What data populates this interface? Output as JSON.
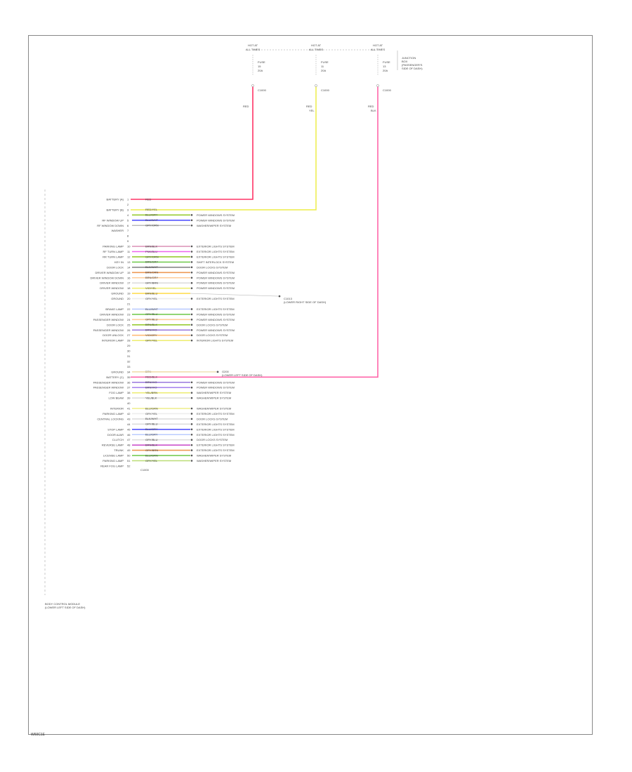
{
  "diagram_code": "W60C1E",
  "fuses": [
    {
      "id": "hot-at-all-times-1",
      "header1": "HOT AT",
      "header2": "ALL TIMES",
      "lines": [
        "FUSE",
        "15",
        "20A"
      ],
      "splice": "C1000",
      "wire_color": "RED",
      "wire_sub": ""
    },
    {
      "id": "hot-at-all-times-2",
      "header1": "HOT AT",
      "header2": "ALL TIMES",
      "lines": [
        "FUSE",
        "11",
        "20A"
      ],
      "splice": "C1000",
      "wire_color": "RED",
      "wire_sub": "YEL"
    },
    {
      "id": "hot-at-all-times-3",
      "header1": "HOT AT",
      "header2": "ALL TIMES",
      "lines": [
        "FUSE",
        "13",
        "20A"
      ],
      "splice": "C1000",
      "wire_color": "RED",
      "wire_sub": "BLK"
    }
  ],
  "fuse_box_label": [
    "JUNCTION",
    "BOX",
    "(PASSENGER'S",
    "SIDE OF DASH)"
  ],
  "splice_note": [
    "C1013",
    "(LOWER RIGHT SIDE OF DASH)"
  ],
  "ground_note": [
    "G200",
    "(LOWER LEFT SIDE OF DASH)"
  ],
  "module_label": [
    "BODY CONTROL MODULE",
    "(LOWER LEFT SIDE OF DASH)"
  ],
  "connector_bottom": "C1000",
  "rows": [
    {
      "label": "BATTERY (A)",
      "pin": "1",
      "wire": "RED",
      "color": "#f36",
      "dest": ""
    },
    {
      "label": "",
      "pin": "2",
      "wire": "",
      "color": "",
      "dest": ""
    },
    {
      "label": "BATTERY (B)",
      "pin": "3",
      "wire": "RED/YEL",
      "color": "#f90",
      "dest": ""
    },
    {
      "label": "",
      "pin": "4",
      "wire": "BLU/GRY",
      "color": "#9c3",
      "dest": "POWER WINDOWS SYSTEM"
    },
    {
      "label": "RF WINDOW UP",
      "pin": "5",
      "wire": "BLU/WHT",
      "color": "#55f",
      "dest": "POWER WINDOWS SYSTEM"
    },
    {
      "label": "RF WINDOW DOWN",
      "pin": "6",
      "wire": "GRY/ORN",
      "color": "#bbb",
      "dest": "WASHER/WIPER SYSTEM"
    },
    {
      "label": "WASHER",
      "pin": "7",
      "wire": "",
      "color": "",
      "dest": ""
    },
    {
      "label": "",
      "pin": "8",
      "wire": "",
      "color": "",
      "dest": ""
    },
    {
      "label": "",
      "pin": "9",
      "wire": "",
      "color": "",
      "dest": ""
    },
    {
      "label": "PARKING LAMP",
      "pin": "10",
      "wire": "BRN/BLK",
      "color": "#d9b",
      "dest": "EXTERIOR LIGHTS SYSTEM"
    },
    {
      "label": "RF TURN LAMP",
      "pin": "11",
      "wire": "PNK/BLU",
      "color": "#e6e",
      "dest": "EXTERIOR LIGHTS SYSTEM"
    },
    {
      "label": "RR TURN LAMP",
      "pin": "12",
      "wire": "GRY/ORN",
      "color": "#9c3",
      "dest": "EXTERIOR LIGHTS SYSTEM"
    },
    {
      "label": "KEY IN",
      "pin": "13",
      "wire": "BRN/GRY",
      "color": "#7c5",
      "dest": "SHIFT INTERLOCK SYSTEM"
    },
    {
      "label": "DOOR LOCK",
      "pin": "14",
      "wire": "BLK/WHT",
      "color": "#888",
      "dest": "DOOR LOCKS SYSTEM"
    },
    {
      "label": "DRIVER WINDOW UP",
      "pin": "15",
      "wire": "BRN/ORN",
      "color": "#e95",
      "dest": "POWER WINDOWS SYSTEM"
    },
    {
      "label": "DRIVER WINDOW DOWN",
      "pin": "16",
      "wire": "BRN/GRY",
      "color": "#fc9",
      "dest": "POWER WINDOWS SYSTEM"
    },
    {
      "label": "DRIVER WINDOW",
      "pin": "17",
      "wire": "GRY/BRN",
      "color": "#ddd",
      "dest": "POWER WINDOWS SYSTEM"
    },
    {
      "label": "DRIVER WINDOW",
      "pin": "18",
      "wire": "VIO/YEL",
      "color": "#ee7",
      "dest": "POWER WINDOWS SYSTEM"
    },
    {
      "label": "GROUND",
      "pin": "19",
      "wire": "BRN/BLU",
      "color": "#fd5",
      "dest": ""
    },
    {
      "label": "GROUND",
      "pin": "20",
      "wire": "GRY/YEL",
      "color": "#eee",
      "dest": "EXTERIOR LIGHTS SYSTEM"
    },
    {
      "label": "",
      "pin": "21",
      "wire": "",
      "color": "",
      "dest": ""
    },
    {
      "label": "BRAKE LAMP",
      "pin": "22",
      "wire": "BLU/WHT",
      "color": "#bcf",
      "dest": "EXTERIOR LIGHTS SYSTEM"
    },
    {
      "label": "DRIVER WINDOW",
      "pin": "23",
      "wire": "GRY/BLU",
      "color": "#7c5",
      "dest": "POWER WINDOWS SYSTEM"
    },
    {
      "label": "PASSENGER WINDOW",
      "pin": "24",
      "wire": "GRY/BLU",
      "color": "#fc9",
      "dest": "POWER WINDOWS SYSTEM"
    },
    {
      "label": "DOOR LOCK",
      "pin": "25",
      "wire": "BRN/BLK",
      "color": "#9c3",
      "dest": "DOOR LOCKS SYSTEM"
    },
    {
      "label": "PASSENGER WINDOW",
      "pin": "26",
      "wire": "BRN/VIO",
      "color": "#97d",
      "dest": "POWER WINDOWS SYSTEM"
    },
    {
      "label": "DOOR UNLOCK",
      "pin": "27",
      "wire": "VIO/GRY",
      "color": "#fb7",
      "dest": "DOOR LOCKS SYSTEM"
    },
    {
      "label": "INTERIOR LAMP",
      "pin": "28",
      "wire": "GRY/YEL",
      "color": "#ee7",
      "dest": "INTERIOR LIGHTS SYSTEM"
    },
    {
      "label": "",
      "pin": "29",
      "wire": "",
      "color": "",
      "dest": ""
    },
    {
      "label": "",
      "pin": "30",
      "wire": "",
      "color": "",
      "dest": ""
    },
    {
      "label": "",
      "pin": "31",
      "wire": "",
      "color": "",
      "dest": ""
    },
    {
      "label": "",
      "pin": "32",
      "wire": "",
      "color": "",
      "dest": ""
    },
    {
      "label": "",
      "pin": "33",
      "wire": "",
      "color": "",
      "dest": ""
    },
    {
      "label": "GROUND",
      "pin": "34",
      "wire": "BRN",
      "color": "#fdb",
      "dest": ""
    },
    {
      "label": "BATTERY (C)",
      "pin": "35",
      "wire": "RED/BLK",
      "color": "#f9c",
      "dest": ""
    },
    {
      "label": "PASSENGER WINDOW",
      "pin": "36",
      "wire": "BRN/VIO",
      "color": "#97d",
      "dest": "POWER WINDOWS SYSTEM"
    },
    {
      "label": "PASSENGER WINDOW",
      "pin": "37",
      "wire": "BRN/VIO",
      "color": "#a8e",
      "dest": "POWER WINDOWS SYSTEM"
    },
    {
      "label": "FOG LAMP",
      "pin": "38",
      "wire": "YEL/BRN",
      "color": "#ee7",
      "dest": "WASHER/WIPER SYSTEM"
    },
    {
      "label": "LOW BEAM",
      "pin": "39",
      "wire": "YEL/BLK",
      "color": "#ddd",
      "dest": "WASHER/WIPER SYSTEM"
    },
    {
      "label": "",
      "pin": "40",
      "wire": "",
      "color": "",
      "dest": ""
    },
    {
      "label": "INTERIOR",
      "pin": "41",
      "wire": "BLU/GRN",
      "color": "#ee8",
      "dest": "WASHER/WIPER SYSTEM"
    },
    {
      "label": "PARKING LAMP",
      "pin": "42",
      "wire": "GRY/YEL",
      "color": "#eee",
      "dest": "EXTERIOR LIGHTS SYSTEM"
    },
    {
      "label": "CENTRAL LOCKING",
      "pin": "43",
      "wire": "BLK/WHT",
      "color": "#ddd",
      "dest": "DOOR LOCKS SYSTEM"
    },
    {
      "label": "",
      "pin": "44",
      "wire": "GRY/BLU",
      "color": "#ddd",
      "dest": "EXTERIOR LIGHTS SYSTEM"
    },
    {
      "label": "STOP LAMP",
      "pin": "45",
      "wire": "BLU/GRY",
      "color": "#55f",
      "dest": "EXTERIOR LIGHTS SYSTEM"
    },
    {
      "label": "DOOR AJAR",
      "pin": "46",
      "wire": "BLU/GRY",
      "color": "#bcf",
      "dest": "EXTERIOR LIGHTS SYSTEM"
    },
    {
      "label": "CLUTCH",
      "pin": "47",
      "wire": "GRY/BLU",
      "color": "#ddd",
      "dest": "DOOR LOCKS SYSTEM"
    },
    {
      "label": "REVERSE LAMP",
      "pin": "48",
      "wire": "BRN/BLK",
      "color": "#c5c",
      "dest": "EXTERIOR LIGHTS SYSTEM"
    },
    {
      "label": "TRUNK",
      "pin": "49",
      "wire": "GRY/BRN",
      "color": "#e95",
      "dest": "EXTERIOR LIGHTS SYSTEM"
    },
    {
      "label": "LICENSE LAMP",
      "pin": "50",
      "wire": "BLU/GRN",
      "color": "#7c5",
      "dest": "WASHER/WIPER SYSTEM"
    },
    {
      "label": "PARKING LAMP",
      "pin": "51",
      "wire": "GRY/YEL",
      "color": "#bd7",
      "dest": "WASHER/WIPER SYSTEM"
    },
    {
      "label": "REAR FOG LAMP",
      "pin": "52",
      "wire": "",
      "color": "",
      "dest": ""
    }
  ]
}
